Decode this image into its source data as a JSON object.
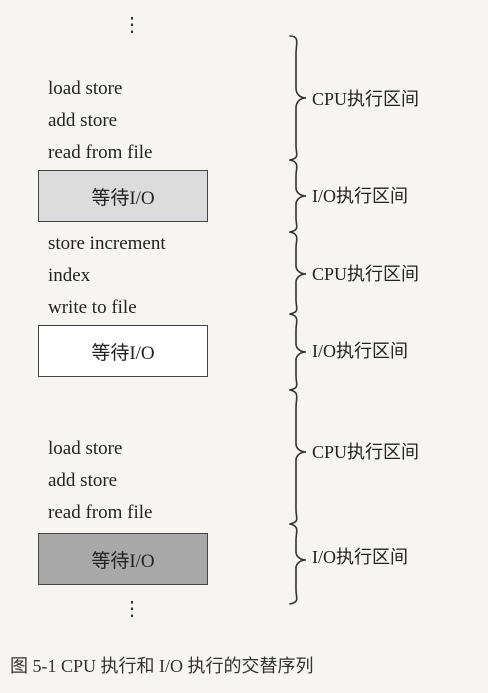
{
  "ellipsis": "⋮",
  "segments": [
    {
      "kind": "cpu",
      "lines": [
        "load store",
        "add store",
        "read from file"
      ],
      "label": "CPU执行区间"
    },
    {
      "kind": "io",
      "box_text": "等待I/O",
      "shade": "light",
      "label": "I/O执行区间"
    },
    {
      "kind": "cpu",
      "lines": [
        "store increment",
        "index",
        "write to file"
      ],
      "label": "CPU执行区间"
    },
    {
      "kind": "io",
      "box_text": "等待I/O",
      "shade": "white",
      "label": "I/O执行区间"
    },
    {
      "kind": "cpu",
      "lines": [
        "load store",
        "add store",
        "read from file"
      ],
      "label": "CPU执行区间"
    },
    {
      "kind": "io",
      "box_text": "等待I/O",
      "shade": "dark",
      "label": "I/O执行区间"
    }
  ],
  "caption": "图 5-1   CPU 执行和 I/O 执行的交替序列"
}
